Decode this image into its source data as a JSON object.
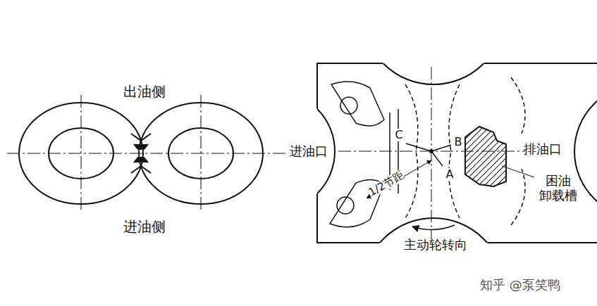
{
  "diagram": {
    "labels": [
      "出油侧",
      "进油侧",
      "进油口",
      "C",
      "B",
      "A",
      "排油口",
      "困油 卸载槽",
      "1/2节距",
      "主动轮转向",
      "知乎 @泵笑鸭"
    ]
  }
}
